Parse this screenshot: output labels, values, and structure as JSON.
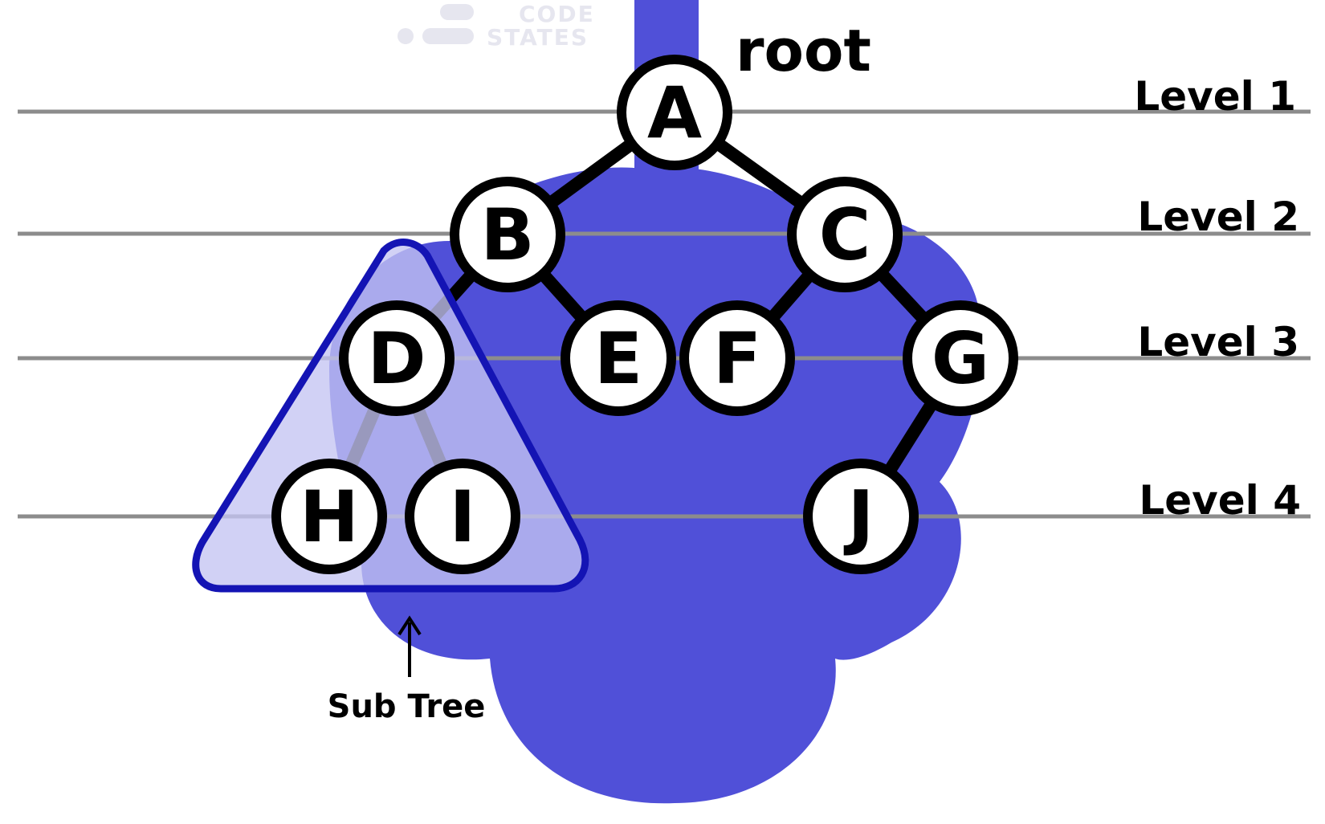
{
  "logo": {
    "line1": "CODE",
    "line2": "STATES"
  },
  "root_label": "root",
  "subtree_label": "Sub Tree",
  "levels": [
    "Level 1",
    "Level 2",
    "Level 3",
    "Level 4"
  ],
  "nodes": {
    "A": "A",
    "B": "B",
    "C": "C",
    "D": "D",
    "E": "E",
    "F": "F",
    "G": "G",
    "H": "H",
    "I": "I",
    "J": "J"
  },
  "edges": [
    [
      "A",
      "B"
    ],
    [
      "A",
      "C"
    ],
    [
      "B",
      "D"
    ],
    [
      "B",
      "E"
    ],
    [
      "C",
      "F"
    ],
    [
      "C",
      "G"
    ],
    [
      "D",
      "H"
    ],
    [
      "D",
      "I"
    ],
    [
      "G",
      "J"
    ]
  ],
  "colors": {
    "tree_blob": "#5050d8",
    "subtree_outline": "#1414b4",
    "subtree_fill": "#b4b4ee",
    "level_line": "#8c8c8c"
  }
}
